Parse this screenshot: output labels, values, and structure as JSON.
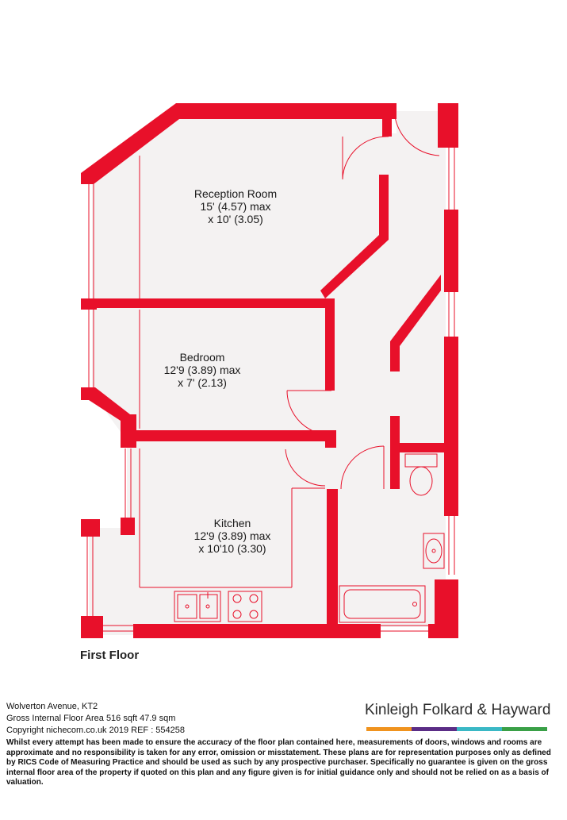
{
  "rooms": {
    "reception": {
      "name": "Reception Room",
      "dim1": "15' (4.57) max",
      "dim2": "x 10' (3.05)"
    },
    "bedroom": {
      "name": "Bedroom",
      "dim1": "12'9 (3.89) max",
      "dim2": "x 7' (2.13)"
    },
    "kitchen": {
      "name": "Kitchen",
      "dim1": "12'9 (3.89) max",
      "dim2": "x 10'10 (3.30)"
    }
  },
  "floor_title": "First Floor",
  "info": {
    "address": "Wolverton Avenue, KT2",
    "area": "Gross Internal Floor Area 516 sqft 47.9 sqm",
    "copyright": "Copyright nichecom.co.uk 2019 REF : 554258"
  },
  "disclaimer": "Whilst every attempt has been made to ensure the accuracy of the floor plan contained here, measurements of doors, windows and rooms are approximate and no responsibility is taken for any error, omission or misstatement.  These plans are for representation purposes only as defined by RICS Code of Measuring Practice and should be used as such by any prospective purchaser.  Specifically no guarantee is given on the gross internal floor area of the property if quoted on this plan and any figure given is for initial guidance only and should not be relied on as a basis of valuation.",
  "agent": {
    "name": "Kinleigh Folkard & Hayward",
    "bar_colors": [
      "#f0931e",
      "#5b2d86",
      "#3ab8c5",
      "#3aa047"
    ]
  },
  "colors": {
    "wall": "#e8102a",
    "floor": "#f4f2f2",
    "line": "#e8102a"
  }
}
